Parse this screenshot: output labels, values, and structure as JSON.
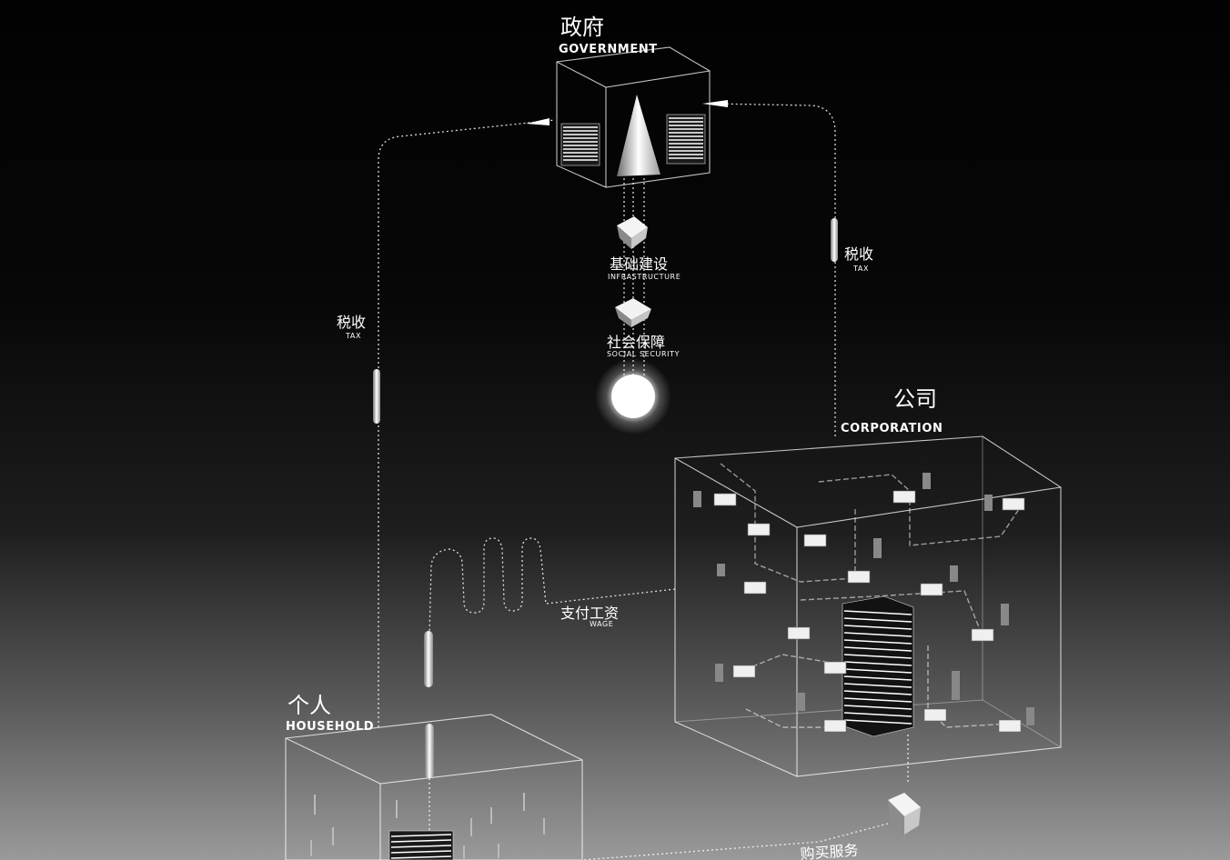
{
  "nodes": {
    "government": {
      "zh": "政府",
      "en": "GOVERNMENT"
    },
    "corporation": {
      "zh": "公司",
      "en": "CORPORATION"
    },
    "household": {
      "zh": "个人",
      "en": "HOUSEHOLD"
    }
  },
  "flows": {
    "tax_left": {
      "zh": "税收",
      "en": "TAX"
    },
    "tax_right": {
      "zh": "税收",
      "en": "TAX"
    },
    "infrastructure": {
      "zh": "基础建设",
      "en": "INFRASTRUCTURE"
    },
    "social_security": {
      "zh": "社会保障",
      "en": "SOCIAL SECURITY"
    },
    "wage": {
      "zh": "支付工资",
      "en": "WAGE"
    },
    "buy_service": {
      "zh": "购买服务"
    }
  }
}
